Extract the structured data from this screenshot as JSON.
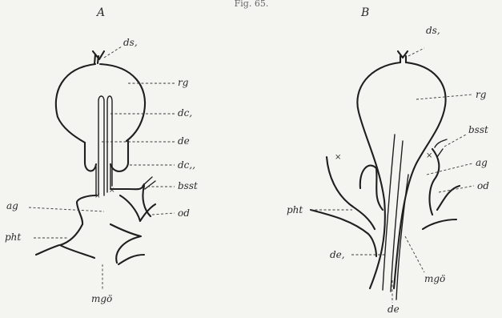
{
  "header": {
    "fig_label": "Fig. 65."
  },
  "panel_a": {
    "title": "A",
    "labels": {
      "ds": "ds,",
      "rg": "rg",
      "dc1": "dc,",
      "de": "de",
      "dc2": "dc,,",
      "bsst": "bsst",
      "ag": "ag",
      "od": "od",
      "pht": "pht",
      "mgo": "mgö"
    }
  },
  "panel_b": {
    "title": "B",
    "labels": {
      "ds": "ds,",
      "rg": "rg",
      "bsst": "bsst",
      "ag": "ag",
      "od": "od",
      "pht": "pht",
      "de1": "de,",
      "mgo": "mgö",
      "de": "de"
    }
  }
}
